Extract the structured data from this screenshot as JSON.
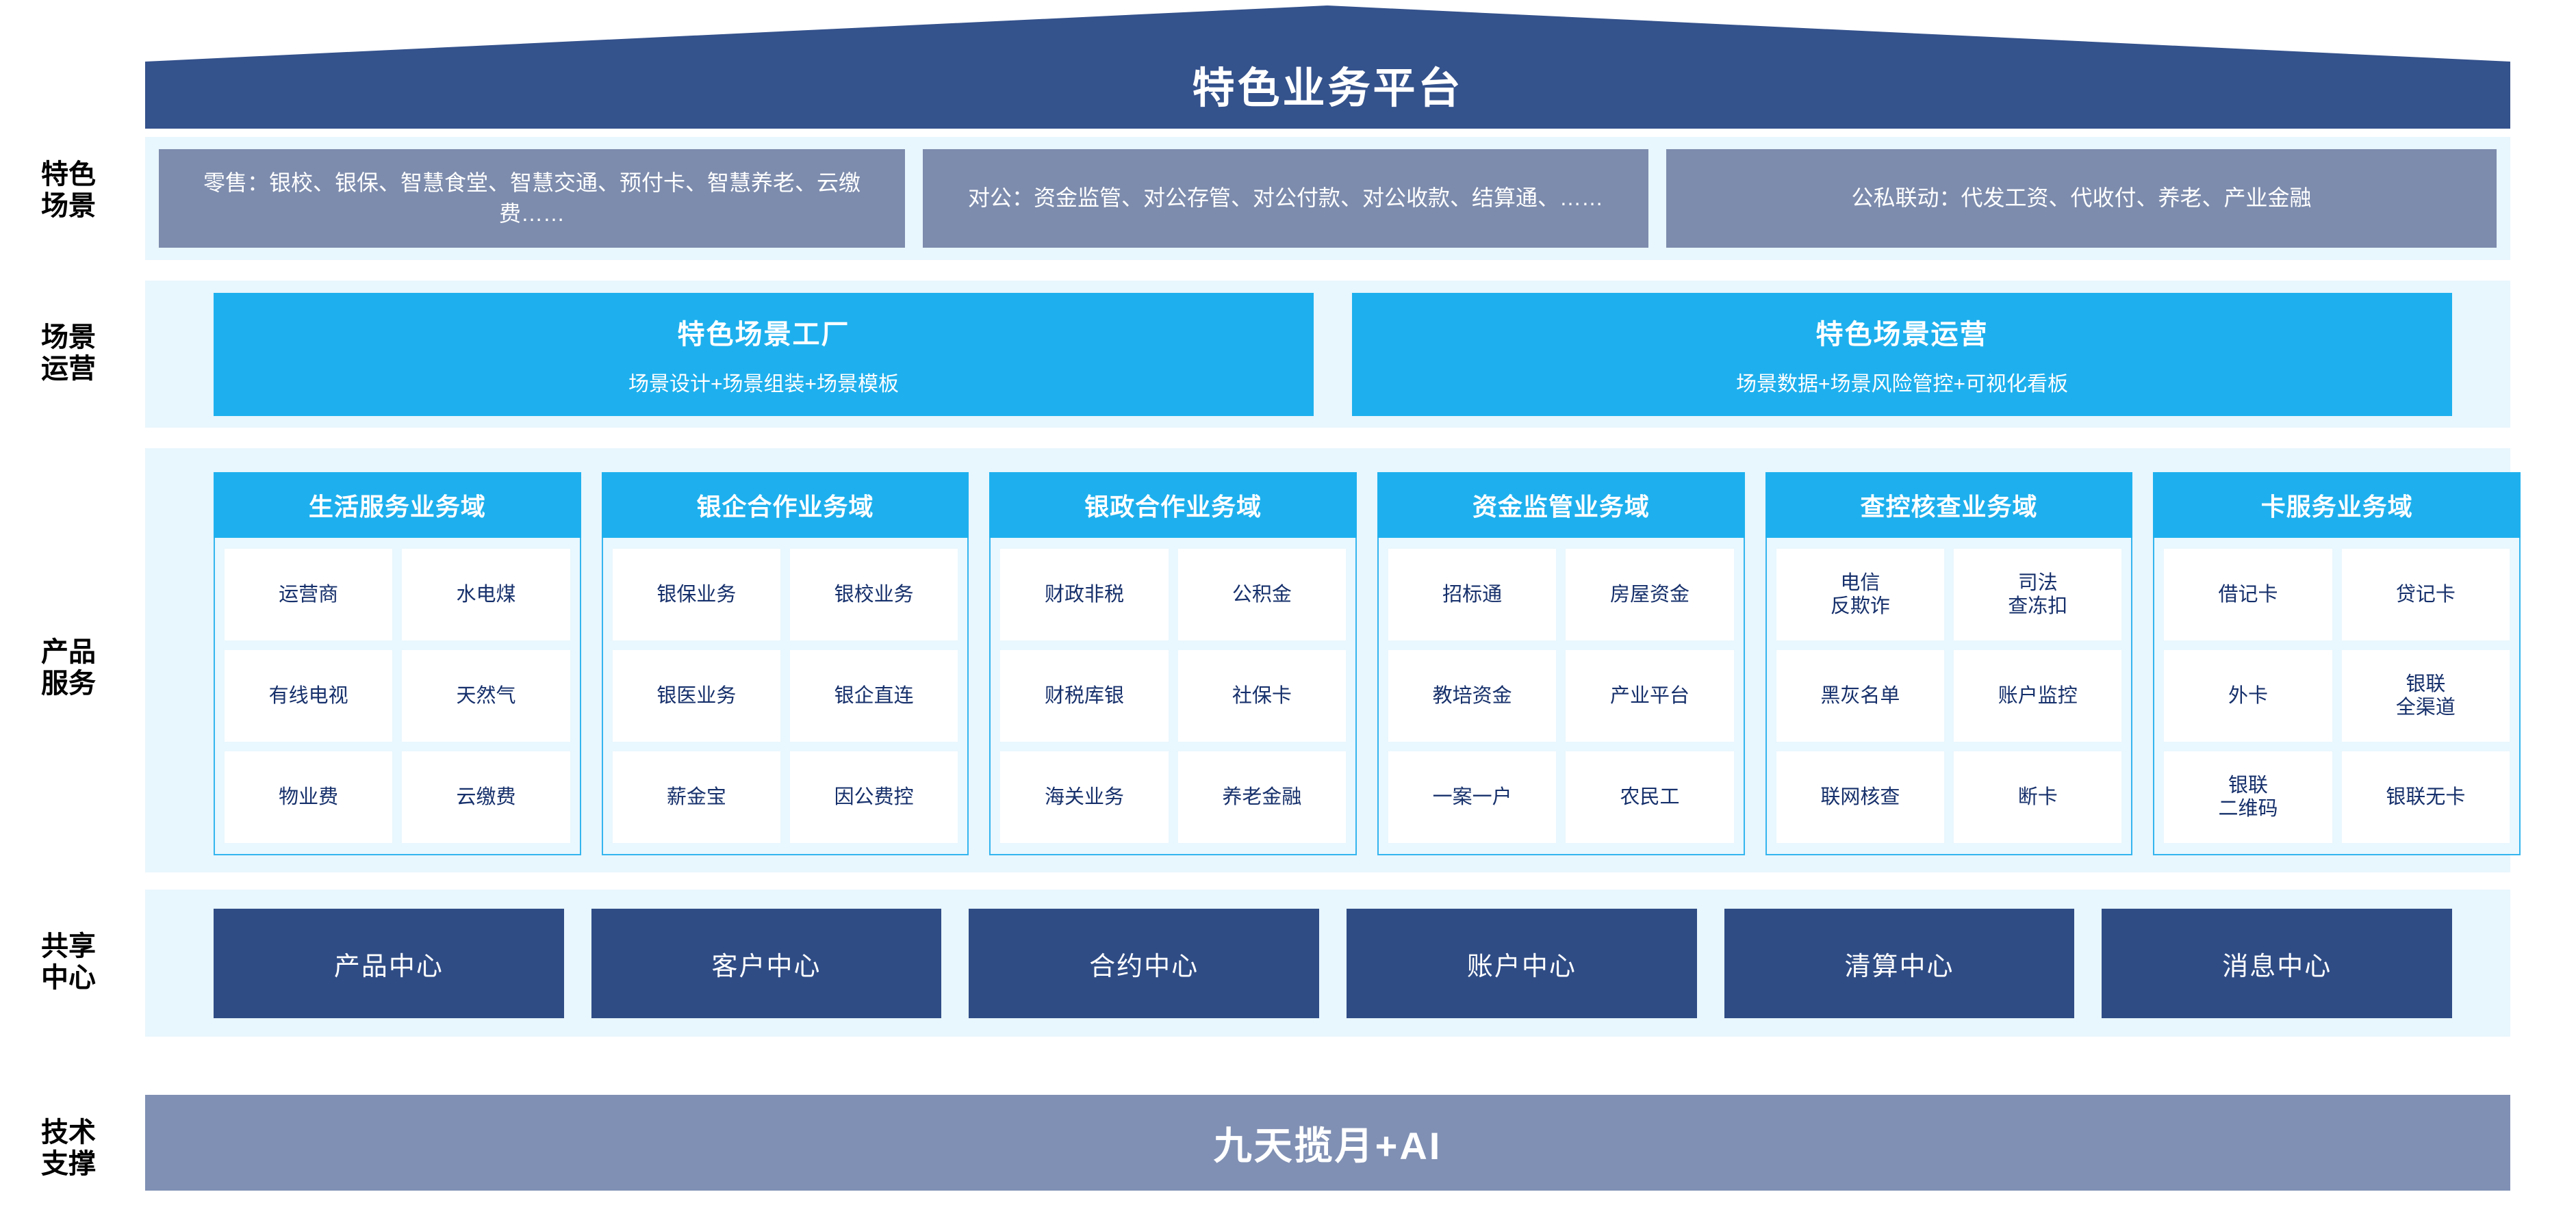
{
  "header": {
    "title": "特色业务平台",
    "roof_color": "#34528c"
  },
  "row_labels": {
    "scenario": "特色\n场景",
    "operation": "场景\n运营",
    "product": "产品\n服务",
    "shared": "共享\n中心",
    "tech": "技术\n支撑"
  },
  "scenarios": {
    "boxes": [
      {
        "text": "零售：银校、银保、智慧食堂、智慧交通、预付卡、智慧养老、云缴费……"
      },
      {
        "text": "对公：资金监管、对公存管、对公付款、对公收款、结算通、……"
      },
      {
        "text": "公私联动：代发工资、代收付、养老、产业金融"
      }
    ],
    "box_color": "#7d8cad"
  },
  "operations": {
    "boxes": [
      {
        "title": "特色场景工厂",
        "subtitle": "场景设计+场景组装+场景模板"
      },
      {
        "title": "特色场景运营",
        "subtitle": "场景数据+场景风险管控+可视化看板"
      }
    ],
    "box_color": "#1eb0ee"
  },
  "products": {
    "header_color": "#1eb0ee",
    "cell_text_color": "#16306b",
    "columns": [
      {
        "header": "生活服务业务域",
        "rows": [
          [
            "运营商",
            "水电煤"
          ],
          [
            "有线电视",
            "天然气"
          ],
          [
            "物业费",
            "云缴费"
          ]
        ]
      },
      {
        "header": "银企合作业务域",
        "rows": [
          [
            "银保业务",
            "银校业务"
          ],
          [
            "银医业务",
            "银企直连"
          ],
          [
            "薪金宝",
            "因公费控"
          ]
        ]
      },
      {
        "header": "银政合作业务域",
        "rows": [
          [
            "财政非税",
            "公积金"
          ],
          [
            "财税库银",
            "社保卡"
          ],
          [
            "海关业务",
            "养老金融"
          ]
        ]
      },
      {
        "header": "资金监管业务域",
        "rows": [
          [
            "招标通",
            "房屋资金"
          ],
          [
            "教培资金",
            "产业平台"
          ],
          [
            "一案一户",
            "农民工"
          ]
        ]
      },
      {
        "header": "查控核查业务域",
        "rows": [
          [
            "电信\n反欺诈",
            "司法\n查冻扣"
          ],
          [
            "黑灰名单",
            "账户监控"
          ],
          [
            "联网核查",
            "断卡"
          ]
        ]
      },
      {
        "header": "卡服务业务域",
        "rows": [
          [
            "借记卡",
            "贷记卡"
          ],
          [
            "外卡",
            "银联\n全渠道"
          ],
          [
            "银联\n二维码",
            "银联无卡"
          ]
        ]
      }
    ]
  },
  "shared_centers": {
    "box_color": "#2f4c85",
    "items": [
      {
        "label": "产品中心"
      },
      {
        "label": "客户中心"
      },
      {
        "label": "合约中心"
      },
      {
        "label": "账户中心"
      },
      {
        "label": "清算中心"
      },
      {
        "label": "消息中心"
      }
    ]
  },
  "tech_support": {
    "title": "九天揽月+AI",
    "bar_color": "#8090b4"
  }
}
